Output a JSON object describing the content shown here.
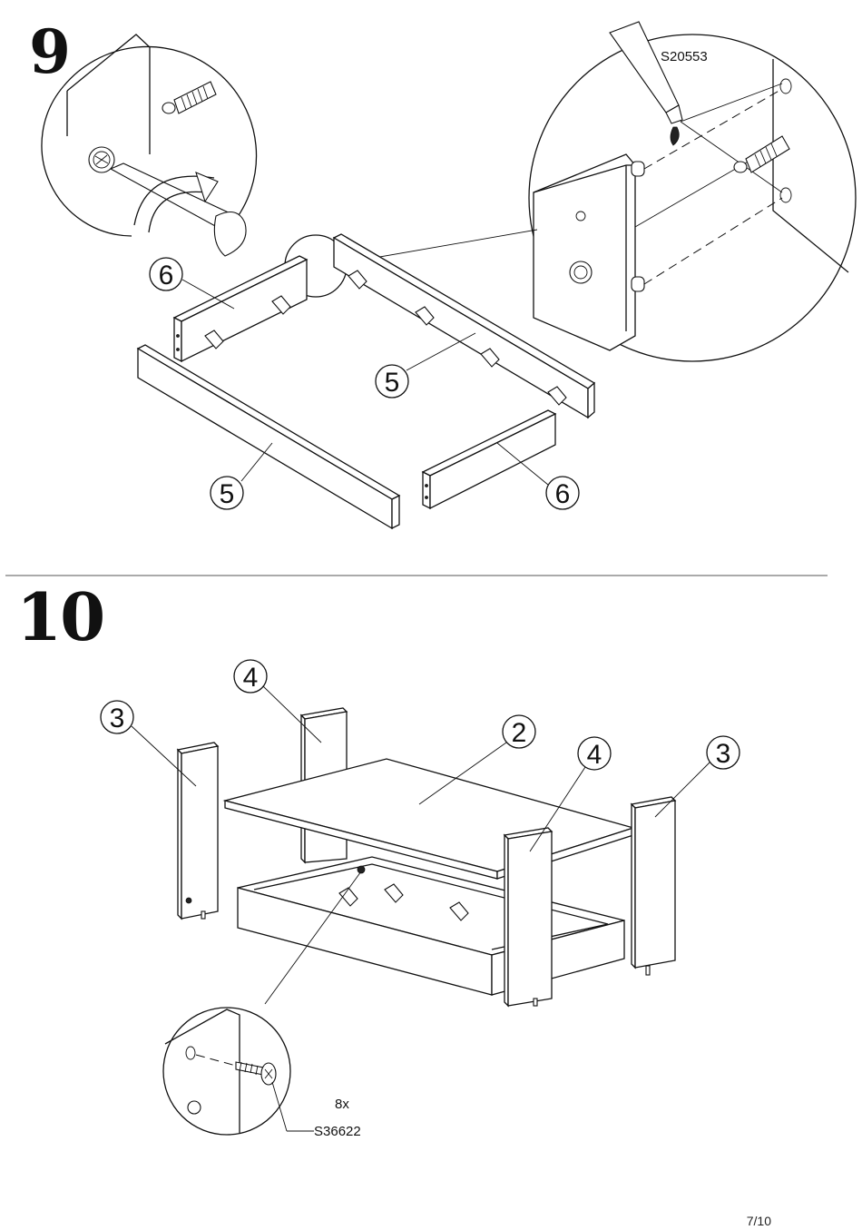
{
  "steps": [
    {
      "number": "9",
      "callouts": [
        "6",
        "5",
        "5",
        "6"
      ],
      "glue_code": "S20553"
    },
    {
      "number": "10",
      "callouts": [
        "4",
        "3",
        "2",
        "4",
        "3"
      ],
      "screw_quantity": "8x",
      "screw_code": "S36622"
    }
  ],
  "page_number": "7/10"
}
